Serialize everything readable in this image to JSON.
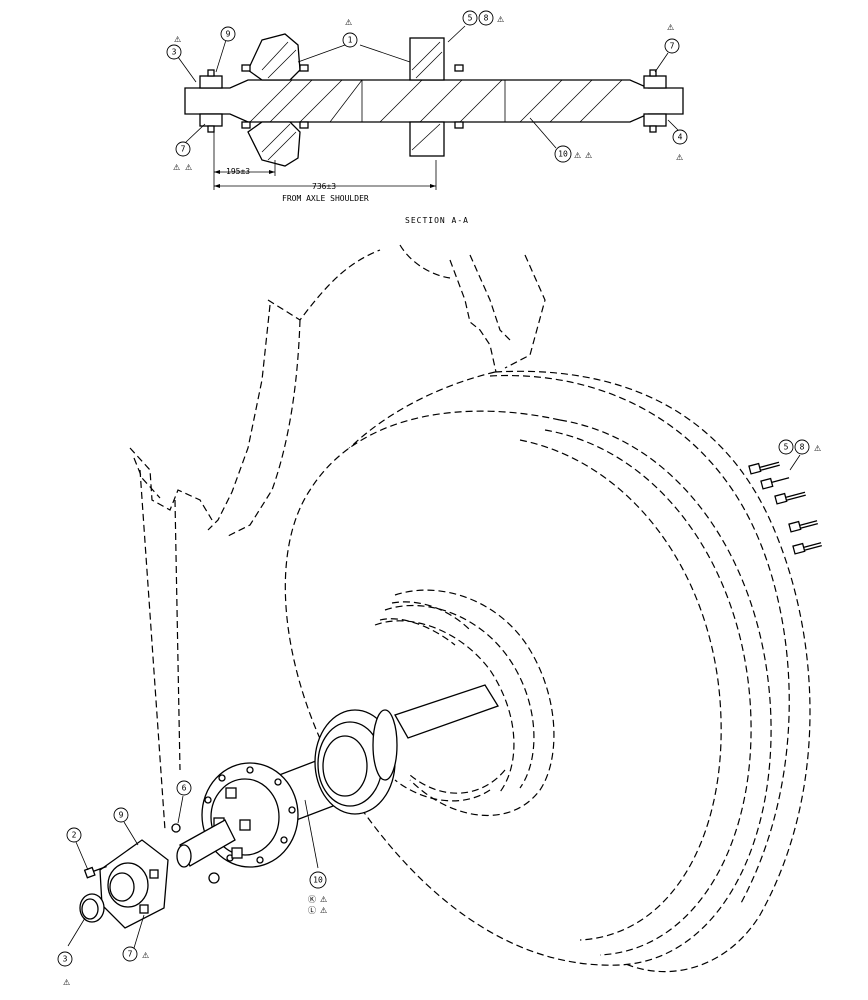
{
  "section": {
    "title": "SECTION  A-A",
    "dim_short": "195±3",
    "dim_long": "736±3",
    "dim_long_note": "FROM AXLE SHOULDER"
  },
  "delta_symbol": "⚠",
  "balloons": {
    "section_item1": "1",
    "section_item5": "5",
    "section_item8": "8",
    "section_item3": "3",
    "section_item9": "9",
    "section_item7_left": "7",
    "section_item7_right": "7",
    "section_item4": "4",
    "section_item10": "10",
    "view_item5": "5",
    "view_item8": "8",
    "view_item6": "6",
    "view_item9": "9",
    "view_item2": "2",
    "view_item3": "3",
    "view_item7": "7",
    "view_item10": "10"
  },
  "notes": {
    "item10_note_a": "Ⓚ",
    "item10_note_b": "Ⓛ"
  }
}
